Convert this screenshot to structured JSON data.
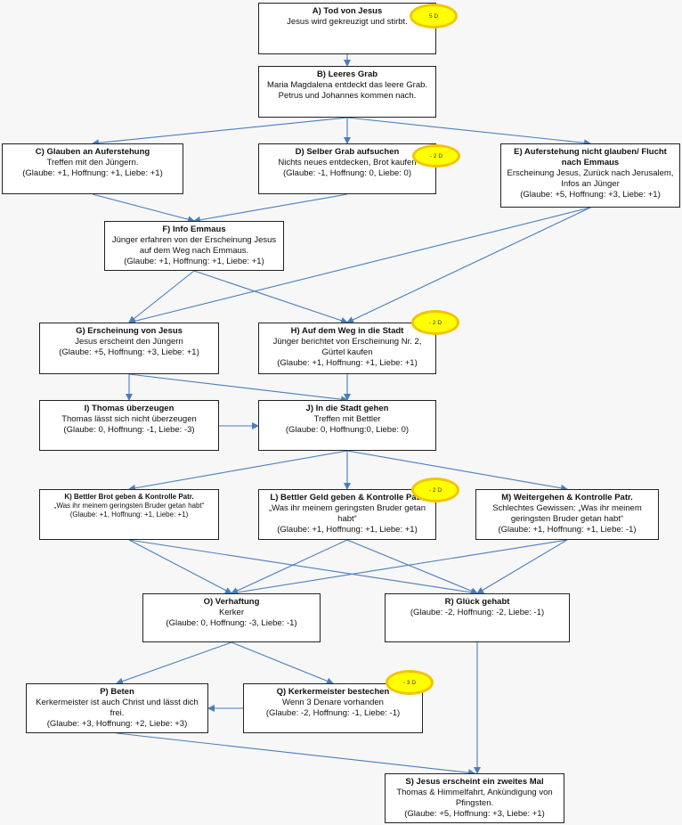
{
  "nodes": {
    "A": {
      "title": "A) Tod von Jesus",
      "desc": "Jesus wird gekreuzigt und stirbt.",
      "stats": ""
    },
    "B": {
      "title": "B) Leeres Grab",
      "desc": "Maria Magdalena entdeckt das leere Grab. Petrus und Johannes kommen nach.",
      "stats": ""
    },
    "C": {
      "title": "C) Glauben an Auferstehung",
      "desc": "Treffen mit den Jüngern.",
      "stats": "(Glaube: +1, Hoffnung: +1, Liebe: +1)"
    },
    "D": {
      "title": "D) Selber Grab aufsuchen",
      "desc": "Nichts neues entdecken, Brot kaufen",
      "stats": "(Glaube: -1, Hoffnung: 0, Liebe: 0)"
    },
    "E": {
      "title": "E) Auferstehung nicht glauben/ Flucht nach Emmaus",
      "desc": "Erscheinung Jesus, Zurück nach Jerusalem, Infos an Jünger",
      "stats": "(Glaube: +5, Hoffnung: +3, Liebe: +1)"
    },
    "F": {
      "title": "F) Info Emmaus",
      "desc": "Jünger erfahren von der Erscheinung Jesus auf dem Weg nach Emmaus.",
      "stats": "(Glaube: +1, Hoffnung: +1, Liebe: +1)"
    },
    "G": {
      "title": "G) Erscheinung von Jesus",
      "desc": "Jesus erscheint den Jüngern",
      "stats": "(Glaube: +5, Hoffnung: +3, Liebe: +1)"
    },
    "H": {
      "title": "H) Auf dem Weg in die Stadt",
      "desc": "Jünger berichtet von Erscheinung Nr. 2, Gürtel kaufen",
      "stats": "(Glaube: +1, Hoffnung: +1, Liebe: +1)"
    },
    "I": {
      "title": "I) Thomas überzeugen",
      "desc": "Thomas lässt sich nicht überzeugen",
      "stats": "(Glaube: 0, Hoffnung: -1, Liebe: -3)"
    },
    "J": {
      "title": "J) In die Stadt gehen",
      "desc": "Treffen mit Bettler",
      "stats": "(Glaube: 0, Hoffnung:0, Liebe: 0)"
    },
    "K": {
      "title": "K) Bettler Brot geben & Kontrolle Patr.",
      "desc": "„Was ihr meinem geringsten Bruder getan habt“",
      "stats": "(Glaube: +1, Hoffnung: +1, Liebe: +1)"
    },
    "L": {
      "title": "L) Bettler Geld geben & Kontrolle Patr.",
      "desc": "„Was ihr meinem geringsten Bruder getan habt“",
      "stats": "(Glaube: +1, Hoffnung: +1, Liebe: +1)"
    },
    "M": {
      "title": "M) Weitergehen & Kontrolle Patr.",
      "desc": "Schlechtes Gewissen: „Was ihr meinem geringsten Bruder getan habt“",
      "stats": "(Glaube: +1, Hoffnung: +1, Liebe: -1)"
    },
    "O": {
      "title": "O) Verhaftung",
      "desc": "Kerker",
      "stats": "(Glaube: 0, Hoffnung: -3, Liebe: -1)"
    },
    "R": {
      "title": "R) Glück gehabt",
      "desc": "",
      "stats": "(Glaube: -2, Hoffnung: -2, Liebe: -1)"
    },
    "P": {
      "title": "P) Beten",
      "desc": "Kerkermeister ist auch Christ und lässt dich frei.",
      "stats": "(Glaube: +3, Hoffnung: +2, Liebe: +3)"
    },
    "Q": {
      "title": "Q) Kerkermeister bestechen",
      "desc": "Wenn 3 Denare vorhanden",
      "stats": "(Glaube: -2, Hoffnung: -1, Liebe: -1)"
    },
    "S": {
      "title": "S) Jesus erscheint ein zweites Mal",
      "desc": "Thomas & Himmelfahrt, Ankündigung von Pfingsten.",
      "stats": "(Glaube: +5, Hoffnung: +3, Liebe: +1)"
    }
  },
  "badges": {
    "A": "5 D",
    "D": "- 2 D",
    "H": "- 2 D",
    "L": "- 2 D",
    "Q": "- 3 D"
  },
  "colors": {
    "connector": "#4a7ebb",
    "node_border": "#222222",
    "badge_fill": "#ffff00",
    "badge_border": "#f3c400"
  }
}
